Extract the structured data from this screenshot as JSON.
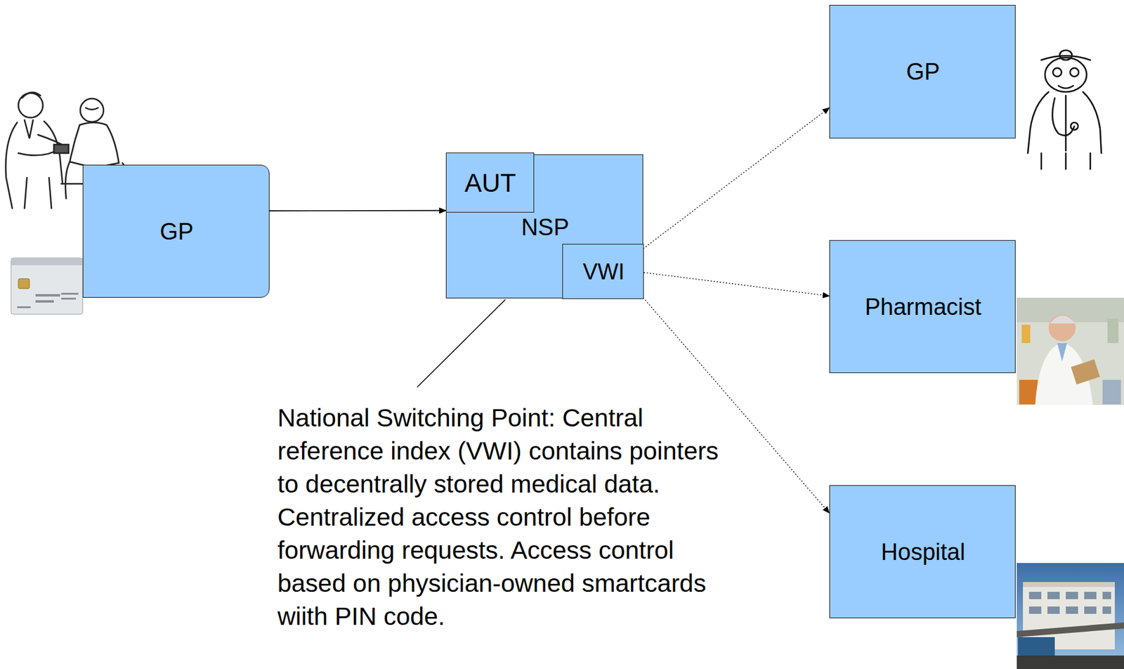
{
  "diagram": {
    "nodes": [
      {
        "text": [
          "GP"
        ]
      },
      {
        "text": [
          "NSP"
        ]
      },
      {
        "text": [
          "AUT"
        ],
        "in": 1
      },
      {
        "text": [
          "VWI"
        ],
        "in": 1
      },
      {
        "text": [
          "GP"
        ]
      },
      {
        "text": [
          "Pharmacist"
        ]
      },
      {
        "text": [
          "Hospital"
        ]
      }
    ],
    "edges": [
      {
        "from": 0,
        "to": 1,
        "arrow": "to"
      },
      {
        "from": 1,
        "to": 4,
        "arrow": "to"
      },
      {
        "from": 3,
        "to": 5,
        "arrow": "to"
      },
      {
        "from": 1,
        "to": 6,
        "arrow": "to"
      }
    ],
    "labels": [
      "National Switching Point: Central reference index (VWI) contains pointers to decentrally stored medical data. Centralized access control before forwarding requests. Access control based on physician-owned smartcards wiith PIN code."
    ]
  }
}
